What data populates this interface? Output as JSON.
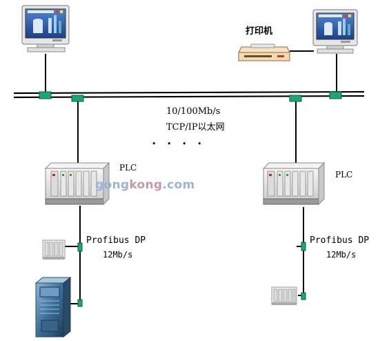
{
  "labels": {
    "printer": "打印机",
    "ethernet_speed": "10/100Mb/s",
    "ethernet_protocol": "TCP/IP以太网",
    "ellipsis": "• • • •",
    "plc_left": "PLC",
    "plc_right": "PLC",
    "fieldbus_left": "Profibus DP",
    "fieldbus_left_speed": "12Mb/s",
    "fieldbus_right": "Profibus DP",
    "fieldbus_right_speed": "12Mb/s"
  },
  "watermark": {
    "part1": "gong",
    "part2": "kong",
    "part3": ".com"
  },
  "colors": {
    "bus_line": "#000000",
    "connector": "#1aa67a",
    "connector_border": "#0b5e43",
    "monitor_frame": "#e6e6e6",
    "monitor_screen": "#2f5fae",
    "printer_body": "#f3d9b3",
    "device_body": "#eeeeee",
    "drive_body": "#4d7fa8"
  },
  "icons": [
    "monitor-workstation-icon",
    "printer-icon",
    "plc-rack-icon",
    "remote-io-icon",
    "drive-cabinet-icon"
  ]
}
